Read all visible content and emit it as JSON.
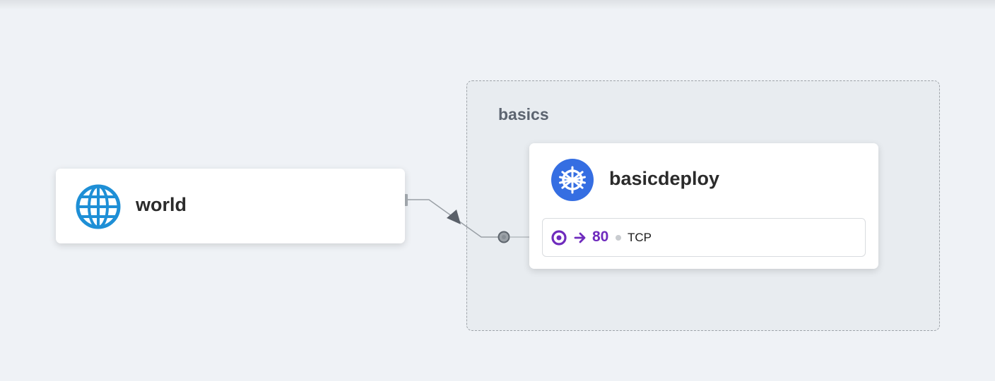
{
  "colors": {
    "canvas_background": "#eff2f6",
    "namespace_background": "#e8ecf0",
    "namespace_border": "#9ea3a9",
    "world_icon": "#1e8fd6",
    "kubernetes_icon": "#356ee2",
    "port_accent": "#6f2bbd",
    "edge_line": "#9aa0a6",
    "edge_arrow": "#5a6069"
  },
  "namespace": {
    "label": "basics"
  },
  "world_node": {
    "title": "world",
    "icon": "globe-icon"
  },
  "deployment_node": {
    "title": "basicdeploy",
    "icon": "kubernetes-helm-icon",
    "port": {
      "icon": "target-icon",
      "arrow_icon": "arrow-right-icon",
      "number": "80",
      "protocol": "TCP"
    }
  },
  "edge": {
    "source": "world",
    "target": "basicdeploy",
    "target_port": "80"
  }
}
